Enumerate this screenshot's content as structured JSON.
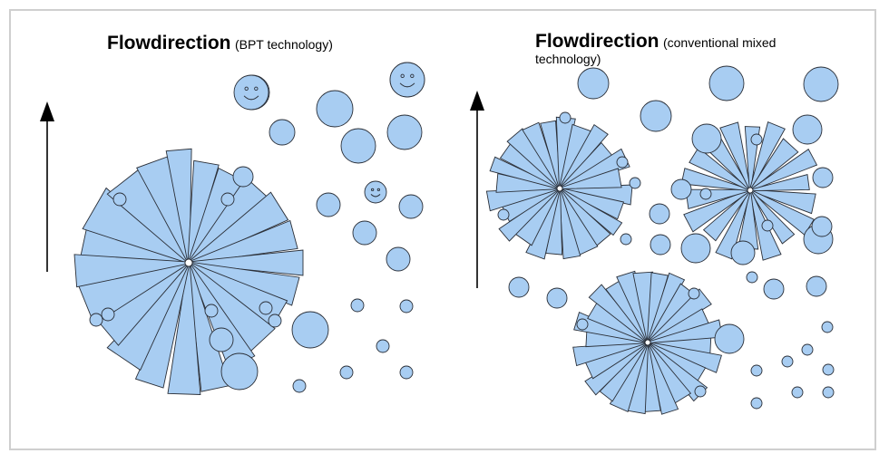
{
  "left_panel": {
    "title_bold": "Flowdirection",
    "title_rest": "(BPT technology)"
  },
  "right_panel": {
    "title_bold": "Flowdirection",
    "title_rest": "(conventional mixed technology)"
  },
  "colors": {
    "fill": "#a8cdf2",
    "stroke": "#2a2f38",
    "frame": "#cfcfcf",
    "arrow": "#000000"
  },
  "icons": {
    "flow_arrow": "arrow-up-icon",
    "smiley": "smiley-face-icon"
  }
}
